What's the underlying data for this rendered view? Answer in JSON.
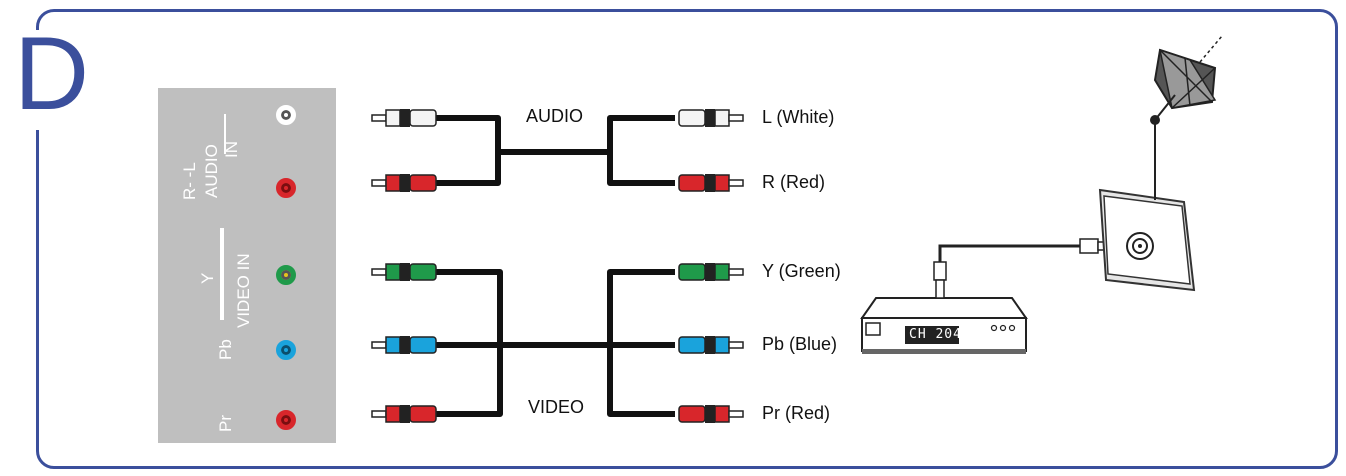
{
  "section_letter": "D",
  "panel": {
    "audio_label_top": "AUDIO",
    "audio_label_mid": "IN",
    "audio_channels": "R-    -L",
    "video_label_y": "Y",
    "video_label_in": "VIDEO IN",
    "pb_label": "Pb",
    "pr_label": "Pr"
  },
  "labels": {
    "audio": "AUDIO",
    "video": "VIDEO",
    "l_white": "L (White)",
    "r_red": "R (Red)",
    "y_green": "Y (Green)",
    "pb_blue": "Pb (Blue)",
    "pr_red": "Pr (Red)"
  },
  "settop_display": "CH 204",
  "colors": {
    "frame": "#3b4f9c",
    "white_plug": "#f4f4f4",
    "red_plug": "#d8262b",
    "green_plug": "#1f9a4a",
    "blue_plug": "#1aa3dc"
  }
}
